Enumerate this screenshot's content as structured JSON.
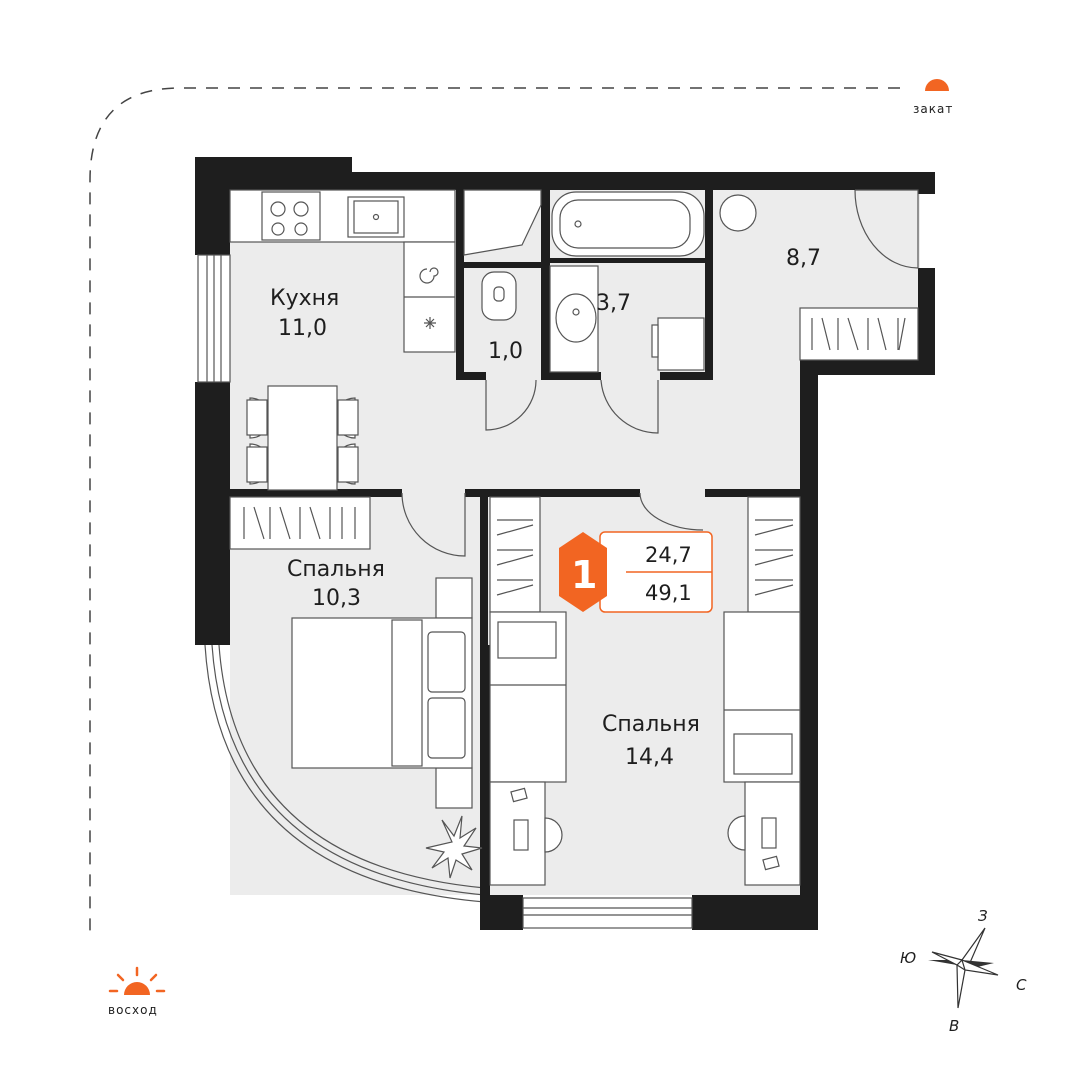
{
  "sun": {
    "sunset_label": "закат",
    "sunrise_label": "восход",
    "color": "#f26522"
  },
  "rooms": {
    "kitchen": {
      "name": "Кухня",
      "area": "11,0"
    },
    "wc": {
      "area": "1,0"
    },
    "bathroom": {
      "area": "3,7"
    },
    "hall": {
      "area": "8,7"
    },
    "bedroom_small": {
      "name": "Спальня",
      "area": "10,3"
    },
    "bedroom_large": {
      "name": "Спальня",
      "area": "14,4"
    }
  },
  "badge": {
    "rooms_count": "1",
    "living_area": "24,7",
    "total_area": "49,1",
    "color": "#f26522"
  },
  "compass": {
    "north": "С",
    "south": "Ю",
    "west": "З",
    "east": "В"
  },
  "colors": {
    "wall": "#1e1e1e",
    "floor": "#ececec",
    "accent": "#f26522"
  }
}
